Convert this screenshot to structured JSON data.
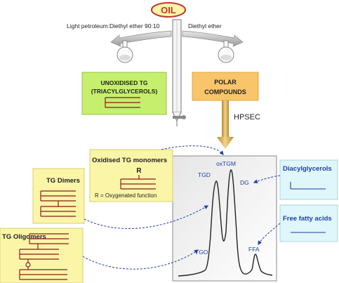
{
  "oil_label": "OIL",
  "solvents": {
    "left": "Light petroleum:Diethyl ether 90:10",
    "right": "Diethyl ether"
  },
  "unoxidised_box": {
    "line1": "UNOXIDISED TG",
    "line2": "(TRIACYLGLYCEROLS)"
  },
  "polar_box": {
    "line1": "POLAR",
    "line2": "COMPOUNDS"
  },
  "hpsec_label": "HPSEC",
  "chromatogram": {
    "peaks": {
      "oxtgm": "oxTGM",
      "tgd": "TGD",
      "dg": "DG",
      "tgo": "TGO",
      "ffa": "FFA"
    }
  },
  "monomers_box": {
    "title": "Oxidised TG monomers",
    "r_label": "R",
    "note": "R = Oxygenated function"
  },
  "dimers_box": {
    "title": "TG Dimers"
  },
  "oligomers_box": {
    "title": "TG Oligomers"
  },
  "diacylglycerols_box": {
    "title": "Diacylglycerols"
  },
  "ffa_box": {
    "title": "Free fatty acids"
  },
  "colors": {
    "oil_fill": "#fff4a8",
    "oil_border": "#c0392b",
    "green_box": "#c6ef6e",
    "orange_box": "#f9c56a",
    "yellow_box": "#fbf5a8",
    "cyan_box": "#dff6fb",
    "structure_line": "#8b1a1a",
    "blue_text": "#1f3fa6",
    "arrow_gold": "#d9b54a"
  }
}
